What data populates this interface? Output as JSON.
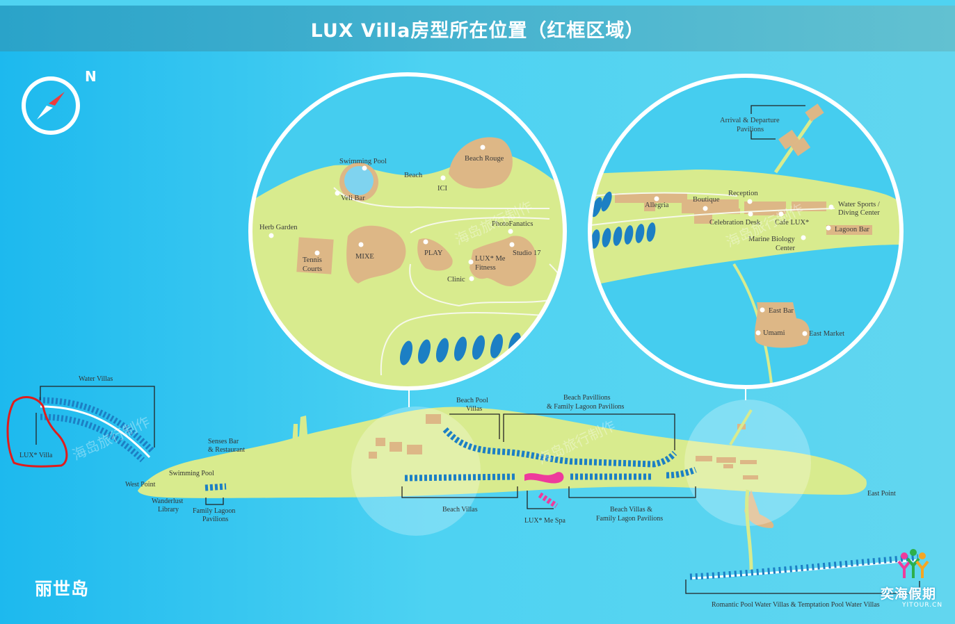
{
  "header": {
    "title": "LUX Villa房型所在位置（红框区域）"
  },
  "compass": {
    "north_label": "N"
  },
  "island_name": "丽世岛",
  "brand": {
    "cn": "奕海假期",
    "en": "YITOUR.CN"
  },
  "watermark": "海岛旅行制作",
  "colors": {
    "land": "#d8eb8e",
    "building": "#ddb786",
    "villa": "#1c7fc4",
    "spa": "#ee3b9c",
    "highlight": "#e01c1c",
    "sea": "#3cc9ef"
  },
  "labels": {
    "water_villas": "Water Villas",
    "lux_villa": "LUX* Villa",
    "senses_bar": "Senses Bar",
    "restaurant": "& Restaurant",
    "swimming_pool": "Swimming Pool",
    "west_point": "West Point",
    "wanderlust": "Wanderlust",
    "library": "Library",
    "family_lagoon": "Family Lagoon",
    "pavilions": "Pavilions",
    "beach_pool_villas_1": "Beach Pool",
    "beach_pool_villas_2": "Villas",
    "beach_pavillions_1": "Beach Pavillions",
    "beach_pavillions_2": "& Family Lagoon Pavilions",
    "beach_villas": "Beach Villas",
    "lux_me_spa": "LUX* Me Spa",
    "beach_villas_family_1": "Beach Villas &",
    "beach_villas_family_2": "Family Lagon Pavilions",
    "east_point": "East Point",
    "romantic": "Romantic Pool Water Villas & Temptation Pool Water Villas"
  },
  "left_inset": {
    "swimming_pool": "Swimming Pool",
    "beach_rouge": "Beach Rouge",
    "beach": "Beach",
    "ici": "ICI",
    "veli_bar": "Veli Bar",
    "herb_garden": "Herb Garden",
    "photofanatics": "PhotoFanatics",
    "mixe": "MIXE",
    "play": "PLAY",
    "studio17": "Studio 17",
    "tennis_1": "Tennis",
    "tennis_2": "Courts",
    "lux_me_1": "LUX* Me",
    "lux_me_2": "Fitness",
    "clinic": "Clinic"
  },
  "right_inset": {
    "arrival_1": "Arrival & Departure",
    "arrival_2": "Pavilions",
    "reception": "Reception",
    "boutique": "Boutique",
    "allegria": "Allegria",
    "water_sports_1": "Water Sports /",
    "water_sports_2": "Diving Center",
    "celebration": "Celebration Desk",
    "cafe_lux": "Cafe LUX*",
    "lagoon_bar": "Lagoon Bar",
    "marine_1": "Marine Biology",
    "marine_2": "Center",
    "east_bar": "East Bar",
    "umami": "Umami",
    "east_market": "East Market"
  }
}
